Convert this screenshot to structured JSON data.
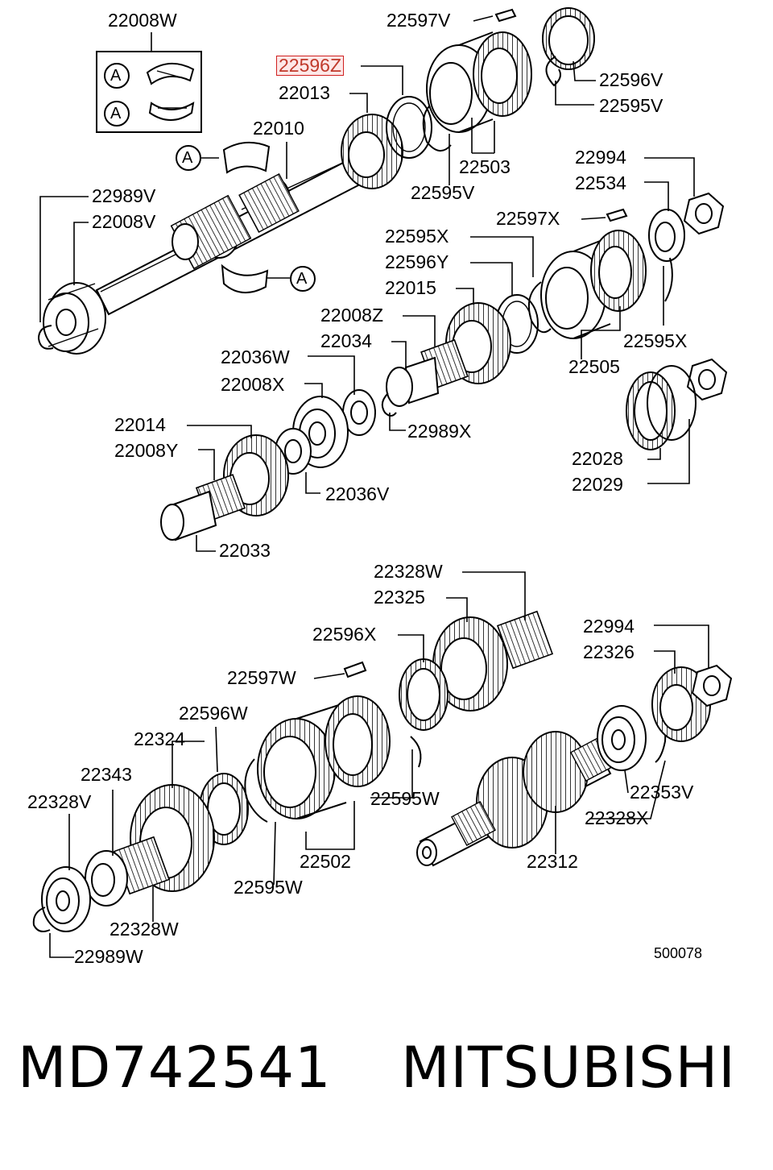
{
  "callouts": [
    {
      "id": "22008W",
      "text": "22008W"
    },
    {
      "id": "22597V",
      "text": "22597V"
    },
    {
      "id": "22596Z",
      "text": "22596Z",
      "highlighted": true
    },
    {
      "id": "22013",
      "text": "22013"
    },
    {
      "id": "22010",
      "text": "22010"
    },
    {
      "id": "22596V",
      "text": "22596V"
    },
    {
      "id": "22595V_a",
      "text": "22595V"
    },
    {
      "id": "22503",
      "text": "22503"
    },
    {
      "id": "22595V_b",
      "text": "22595V"
    },
    {
      "id": "22989V",
      "text": "22989V"
    },
    {
      "id": "22008V",
      "text": "22008V"
    },
    {
      "id": "22994_a",
      "text": "22994"
    },
    {
      "id": "22534",
      "text": "22534"
    },
    {
      "id": "22597X",
      "text": "22597X"
    },
    {
      "id": "22595X_a",
      "text": "22595X"
    },
    {
      "id": "22596Y",
      "text": "22596Y"
    },
    {
      "id": "22015",
      "text": "22015"
    },
    {
      "id": "22008Z",
      "text": "22008Z"
    },
    {
      "id": "22034",
      "text": "22034"
    },
    {
      "id": "22036W",
      "text": "22036W"
    },
    {
      "id": "22008X",
      "text": "22008X"
    },
    {
      "id": "22595X_b",
      "text": "22595X"
    },
    {
      "id": "22505",
      "text": "22505"
    },
    {
      "id": "22989X",
      "text": "22989X"
    },
    {
      "id": "22014",
      "text": "22014"
    },
    {
      "id": "22008Y",
      "text": "22008Y"
    },
    {
      "id": "22036V",
      "text": "22036V"
    },
    {
      "id": "22028",
      "text": "22028"
    },
    {
      "id": "22029",
      "text": "22029"
    },
    {
      "id": "22033",
      "text": "22033"
    },
    {
      "id": "22328W_a",
      "text": "22328W"
    },
    {
      "id": "22325",
      "text": "22325"
    },
    {
      "id": "22596X",
      "text": "22596X"
    },
    {
      "id": "22597W",
      "text": "22597W"
    },
    {
      "id": "22994_b",
      "text": "22994"
    },
    {
      "id": "22326",
      "text": "22326"
    },
    {
      "id": "22596W",
      "text": "22596W"
    },
    {
      "id": "22324",
      "text": "22324"
    },
    {
      "id": "22343",
      "text": "22343"
    },
    {
      "id": "22328V",
      "text": "22328V"
    },
    {
      "id": "22595W_a",
      "text": "22595W"
    },
    {
      "id": "22353V",
      "text": "22353V"
    },
    {
      "id": "22328X",
      "text": "22328X"
    },
    {
      "id": "22502",
      "text": "22502"
    },
    {
      "id": "22312",
      "text": "22312"
    },
    {
      "id": "22595W_b",
      "text": "22595W"
    },
    {
      "id": "22328W_b",
      "text": "22328W"
    },
    {
      "id": "22989W",
      "text": "22989W"
    }
  ],
  "detail_marker": "A",
  "figure_id": "500078",
  "part_number": "MD742541",
  "brand": "MITSUBISHI"
}
